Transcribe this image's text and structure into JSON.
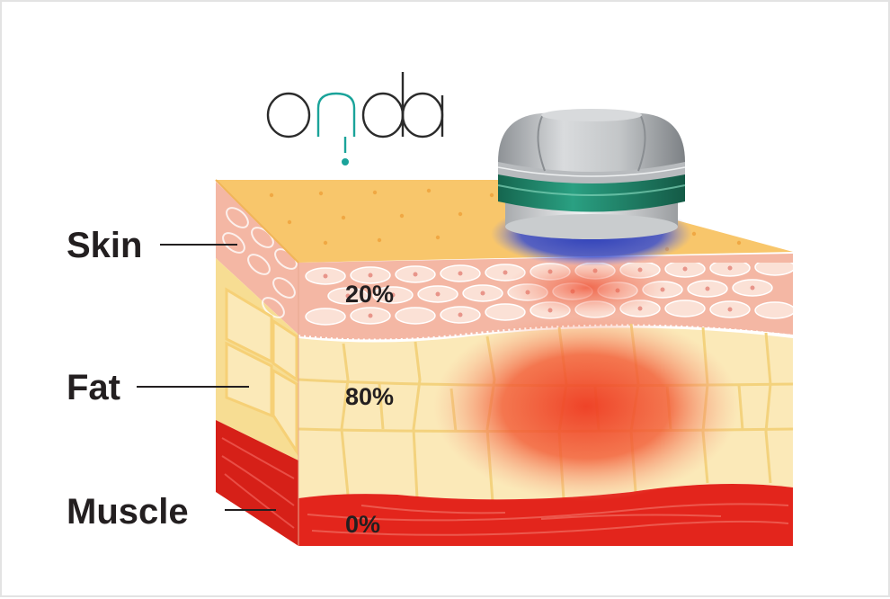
{
  "logo": {
    "text": "onda",
    "accent_color": "#1aa39a",
    "ink_color": "#2b2b2b"
  },
  "layers": [
    {
      "name": "Skin",
      "absorption": "20%"
    },
    {
      "name": "Fat",
      "absorption": "80%"
    },
    {
      "name": "Muscle",
      "absorption": "0%"
    }
  ],
  "colors": {
    "skin_top": "#f8c66b",
    "skin_cells": "#f4b7a4",
    "fat": "#fbe9b8",
    "fat_lines": "#f3d27d",
    "muscle": "#e3251c",
    "heat": "#f04a2a",
    "handpiece_band": "#1f8a6f",
    "handpiece_glow": "#2b3fb5"
  }
}
